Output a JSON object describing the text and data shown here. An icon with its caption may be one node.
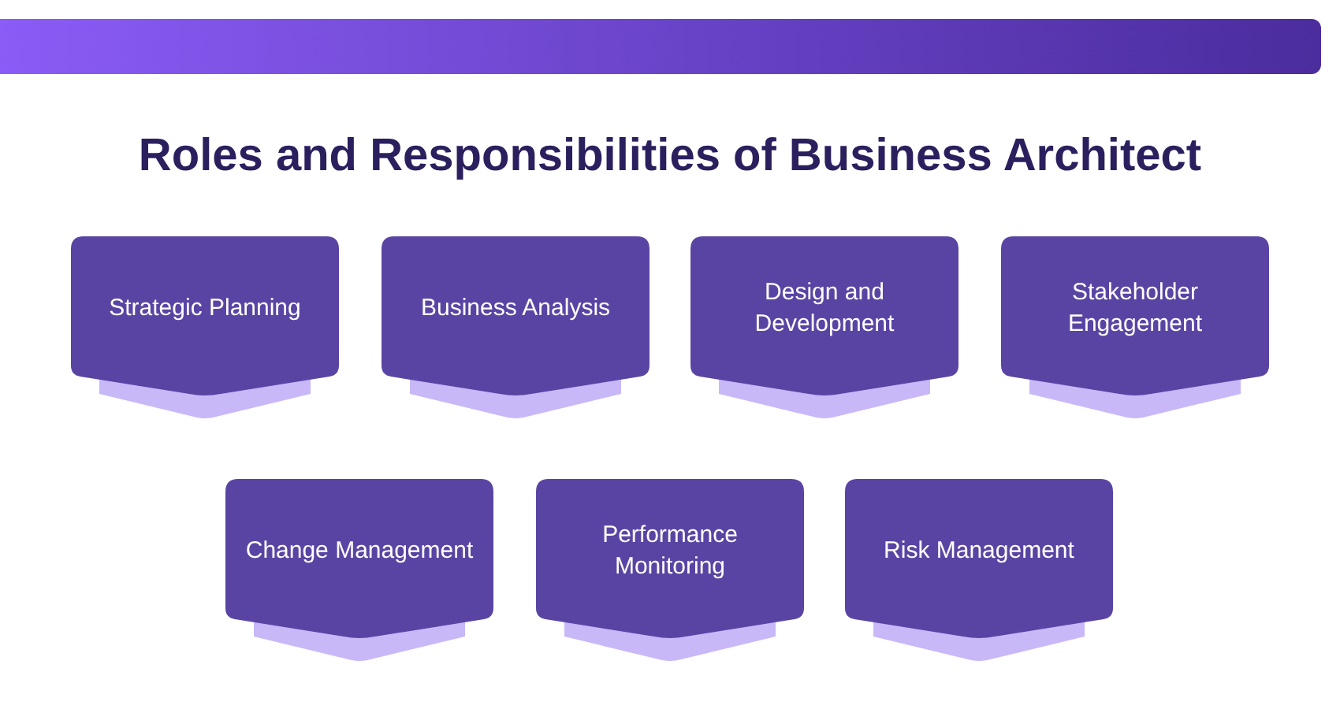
{
  "diagram": {
    "title": "Roles and Responsibilities of Business Architect",
    "nodes": [
      {
        "text": [
          "Strategic Planning"
        ]
      },
      {
        "text": [
          "Business Analysis"
        ]
      },
      {
        "text": [
          "Design and Development"
        ]
      },
      {
        "text": [
          "Stakeholder Engagement"
        ]
      },
      {
        "text": [
          "Change Management"
        ]
      },
      {
        "text": [
          "Performance Monitoring"
        ]
      },
      {
        "text": [
          "Risk Management"
        ]
      }
    ]
  }
}
